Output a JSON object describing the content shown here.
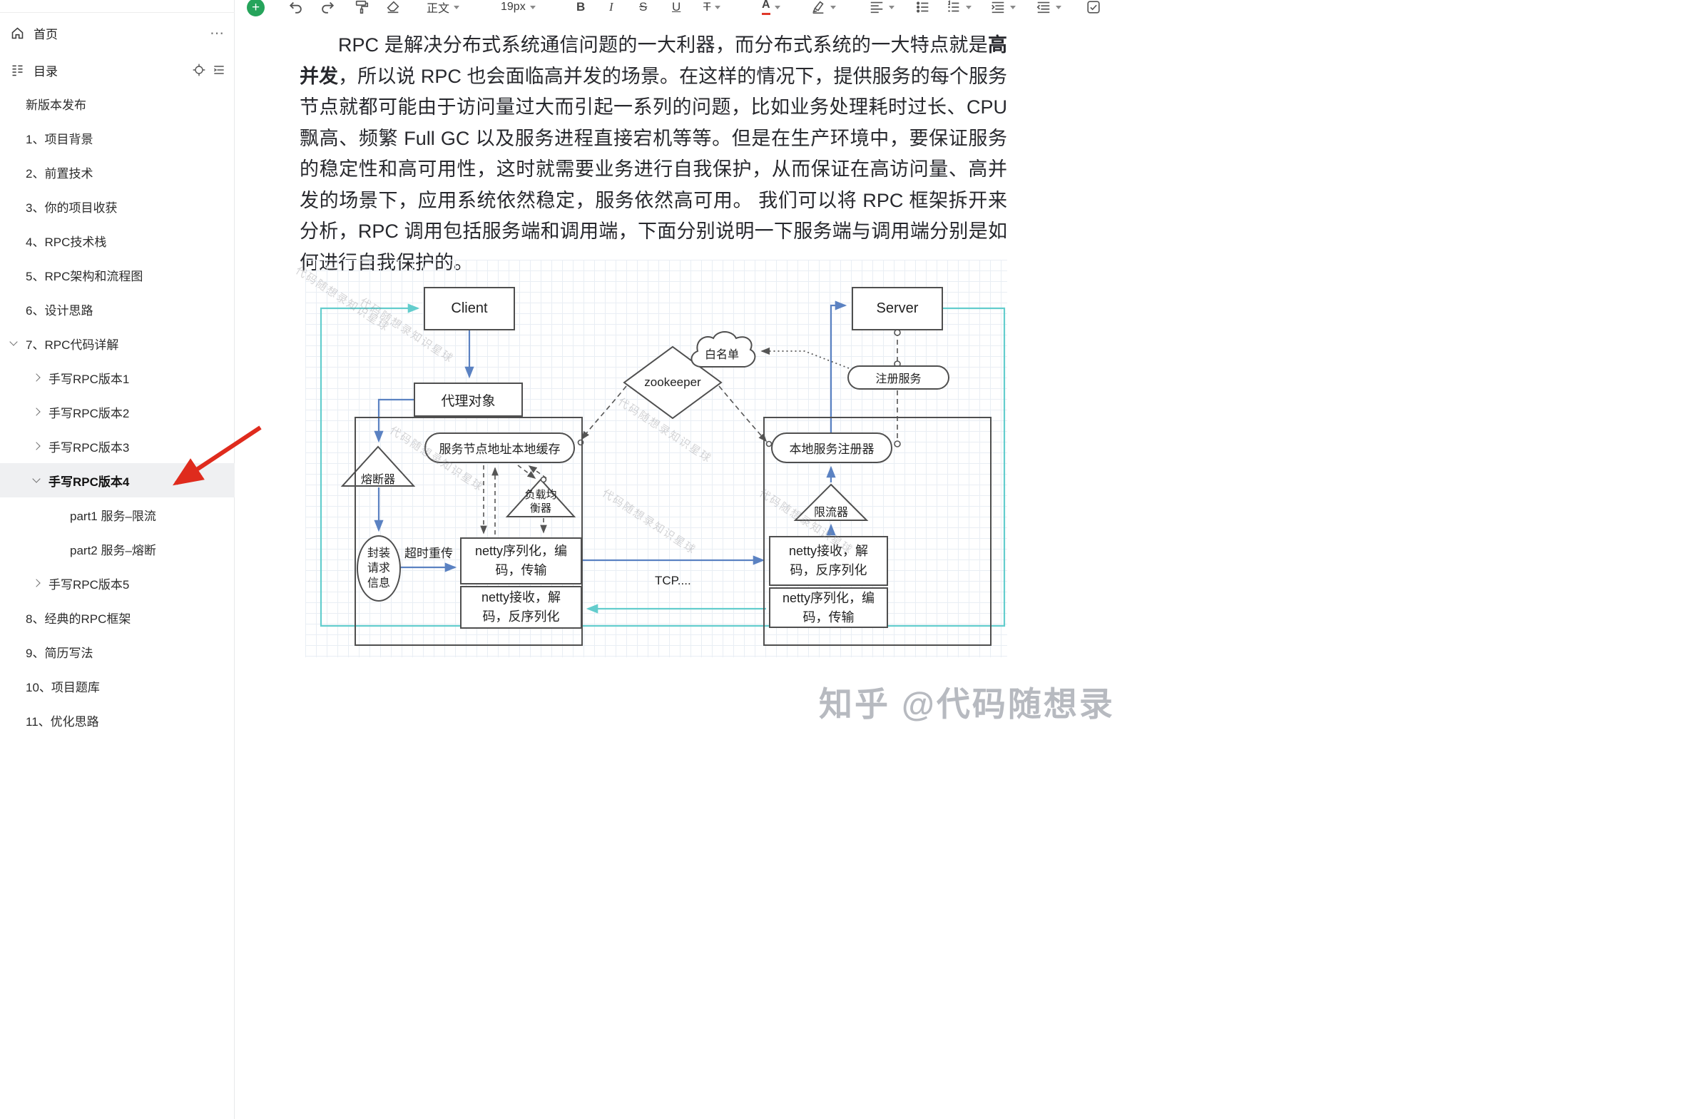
{
  "sidebar": {
    "home": "首页",
    "home_more": "⋯",
    "toc": "目录",
    "items": [
      {
        "label": "新版本发布",
        "level": 1,
        "chevron": "none",
        "active": false
      },
      {
        "label": "1、项目背景",
        "level": 1,
        "chevron": "none",
        "active": false
      },
      {
        "label": "2、前置技术",
        "level": 1,
        "chevron": "none",
        "active": false
      },
      {
        "label": "3、你的项目收获",
        "level": 1,
        "chevron": "none",
        "active": false
      },
      {
        "label": "4、RPC技术栈",
        "level": 1,
        "chevron": "none",
        "active": false
      },
      {
        "label": "5、RPC架构和流程图",
        "level": 1,
        "chevron": "none",
        "active": false
      },
      {
        "label": "6、设计思路",
        "level": 1,
        "chevron": "none",
        "active": false
      },
      {
        "label": "7、RPC代码详解",
        "level": 1,
        "chevron": "down",
        "active": false
      },
      {
        "label": "手写RPC版本1",
        "level": 2,
        "chevron": "right",
        "active": false
      },
      {
        "label": "手写RPC版本2",
        "level": 2,
        "chevron": "right",
        "active": false
      },
      {
        "label": "手写RPC版本3",
        "level": 2,
        "chevron": "right",
        "active": false
      },
      {
        "label": "手写RPC版本4",
        "level": 2,
        "chevron": "down",
        "active": true
      },
      {
        "label": "part1 服务–限流",
        "level": 3,
        "chevron": "none",
        "active": false
      },
      {
        "label": "part2 服务–熔断",
        "level": 3,
        "chevron": "none",
        "active": false
      },
      {
        "label": "手写RPC版本5",
        "level": 2,
        "chevron": "right",
        "active": false
      },
      {
        "label": "8、经典的RPC框架",
        "level": 1,
        "chevron": "none",
        "active": false
      },
      {
        "label": "9、简历写法",
        "level": 1,
        "chevron": "none",
        "active": false
      },
      {
        "label": "10、项目题库",
        "level": 1,
        "chevron": "none",
        "active": false
      },
      {
        "label": "11、优化思路",
        "level": 1,
        "chevron": "none",
        "active": false
      }
    ]
  },
  "toolbar": {
    "plus": "+",
    "paragraph_style": "正文",
    "font_size": "19px",
    "bold": "B",
    "italic": "I",
    "strikethrough": "S",
    "underline": "U",
    "text_style": "T",
    "font_color": "A"
  },
  "content": {
    "p_start": "RPC 是解决分布式系统通信问题的一大利器，而分布式系统的一大特点就是",
    "p_bold": "高并发",
    "p_rest": "，所以说 RPC 也会面临高并发的场景。在这样的情况下，提供服务的每个服务节点就都可能由于访问量过大而引起一系列的问题，比如业务处理耗时过长、CPU 飘高、频繁 Full GC 以及服务进程直接宕机等等。但是在生产环境中，要保证服务的稳定性和高可用性，这时就需要业务进行自我保护，从而保证在高访问量、高并发的场景下，应用系统依然稳定，服务依然高可用。 我们可以将 RPC 框架拆开来分析，RPC 调用包括服务端和调用端，下面分别说明一下服务端与调用端分别是如何进行自我保护的。"
  },
  "diagram": {
    "watermark": "代码随想录知识星球",
    "nodes": {
      "client": "Client",
      "server": "Server",
      "proxy": "代理对象",
      "whitelist": "白名单",
      "zookeeper": "zookeeper",
      "register_service": "注册服务",
      "local_cache": "服务节点地址本地缓存",
      "local_registry": "本地服务注册器",
      "fuse": "熔断器",
      "load_balancer": "负载均\n衡器",
      "rate_limiter": "限流器",
      "encapsulate": "封装\n请求\n信息",
      "timeout_retry": "超时重传",
      "netty_send_left": "netty序列化，编\n码，传输",
      "netty_recv_left": "netty接收，解\n码，反序列化",
      "netty_recv_right": "netty接收，解\n码，反序列化",
      "netty_send_right": "netty序列化，编\n码，传输",
      "tcp": "TCP...."
    }
  },
  "watermark": "知乎 @代码随想录"
}
